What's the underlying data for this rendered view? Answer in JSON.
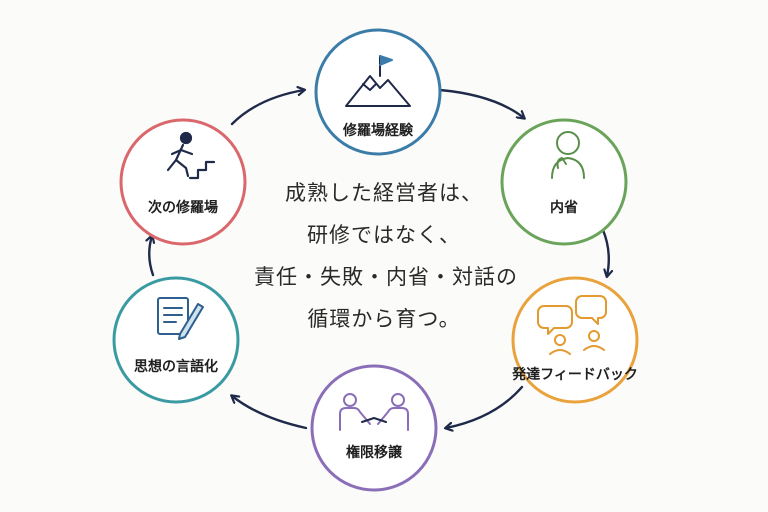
{
  "nodes": [
    {
      "label": "修羅場経験",
      "color": "#3b7ca8",
      "icon": "mountain-flag-icon"
    },
    {
      "label": "内省",
      "color": "#6aa35a",
      "icon": "thinking-person-icon"
    },
    {
      "label": "発達フィードバック",
      "color": "#e9a23c",
      "icon": "speech-bubbles-icon"
    },
    {
      "label": "権限移譲",
      "color": "#8a6fb8",
      "icon": "handshake-icon"
    },
    {
      "label": "思想の言語化",
      "color": "#3a9aa2",
      "icon": "document-pen-icon"
    },
    {
      "label": "次の修羅場",
      "color": "#d9676c",
      "icon": "climbing-stairs-icon"
    }
  ],
  "center_text": {
    "line1": "成熟した経営者は、",
    "line2": "研修ではなく、",
    "line3": "責任・失敗・内省・対話の",
    "line4": "循環から育つ。"
  },
  "colors": {
    "arrow": "#1f2a4a",
    "icon_dark": "#1f2a4a"
  }
}
